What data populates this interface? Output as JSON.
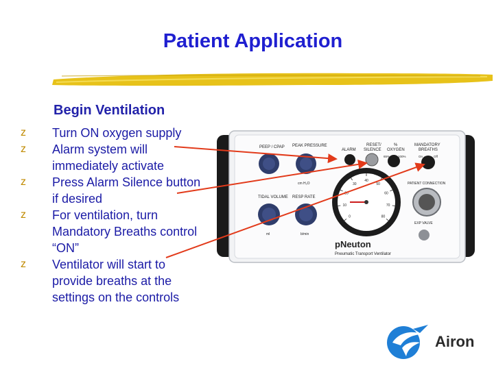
{
  "slide": {
    "title": "Patient Application",
    "subtitle": "Begin Ventilation",
    "bullet_glyph": "z",
    "bullets": [
      "Turn ON oxygen supply",
      "Alarm system will immediately activate",
      "Press Alarm Silence button if desired",
      "For ventilation, turn Mandatory Breaths control “ON”",
      "Ventilator will start to provide breaths at the settings on the controls"
    ]
  },
  "device": {
    "labels": {
      "peep": "PEEP / CPAP",
      "peak": "PEAK PRESSURE",
      "alarm": "ALARM",
      "reset": "RESET/",
      "silence": "SILENCE",
      "pct": "%",
      "oxygen": "OXYGEN",
      "mandatory": "MANDATORY",
      "breaths": "BREATHS",
      "tidal": "TIDAL VOLUME",
      "resp": "RESP RATE",
      "patient_connection": "PATIENT CONNECTION",
      "exp_valve": "EXP VALVE",
      "cmh2o": "cm H₂O",
      "ml": "ml",
      "bmin": "b/min",
      "o2_65": "65%",
      "o2_100": "100%",
      "on": "On",
      "off": "Off",
      "brand": "pNeuton",
      "model": "Pneumatic Transport Ventilator"
    },
    "gauge_ticks": [
      "0",
      "10",
      "20",
      "30",
      "40",
      "50",
      "60",
      "70",
      "80"
    ]
  },
  "branding": {
    "company": "Airon"
  },
  "colors": {
    "title": "#1f1fd0",
    "text": "#1b1ba6",
    "bullet": "#c08a00",
    "arrow": "#e23a1a",
    "brush": "#e7c21a",
    "logo_blue": "#1f7fd6"
  }
}
